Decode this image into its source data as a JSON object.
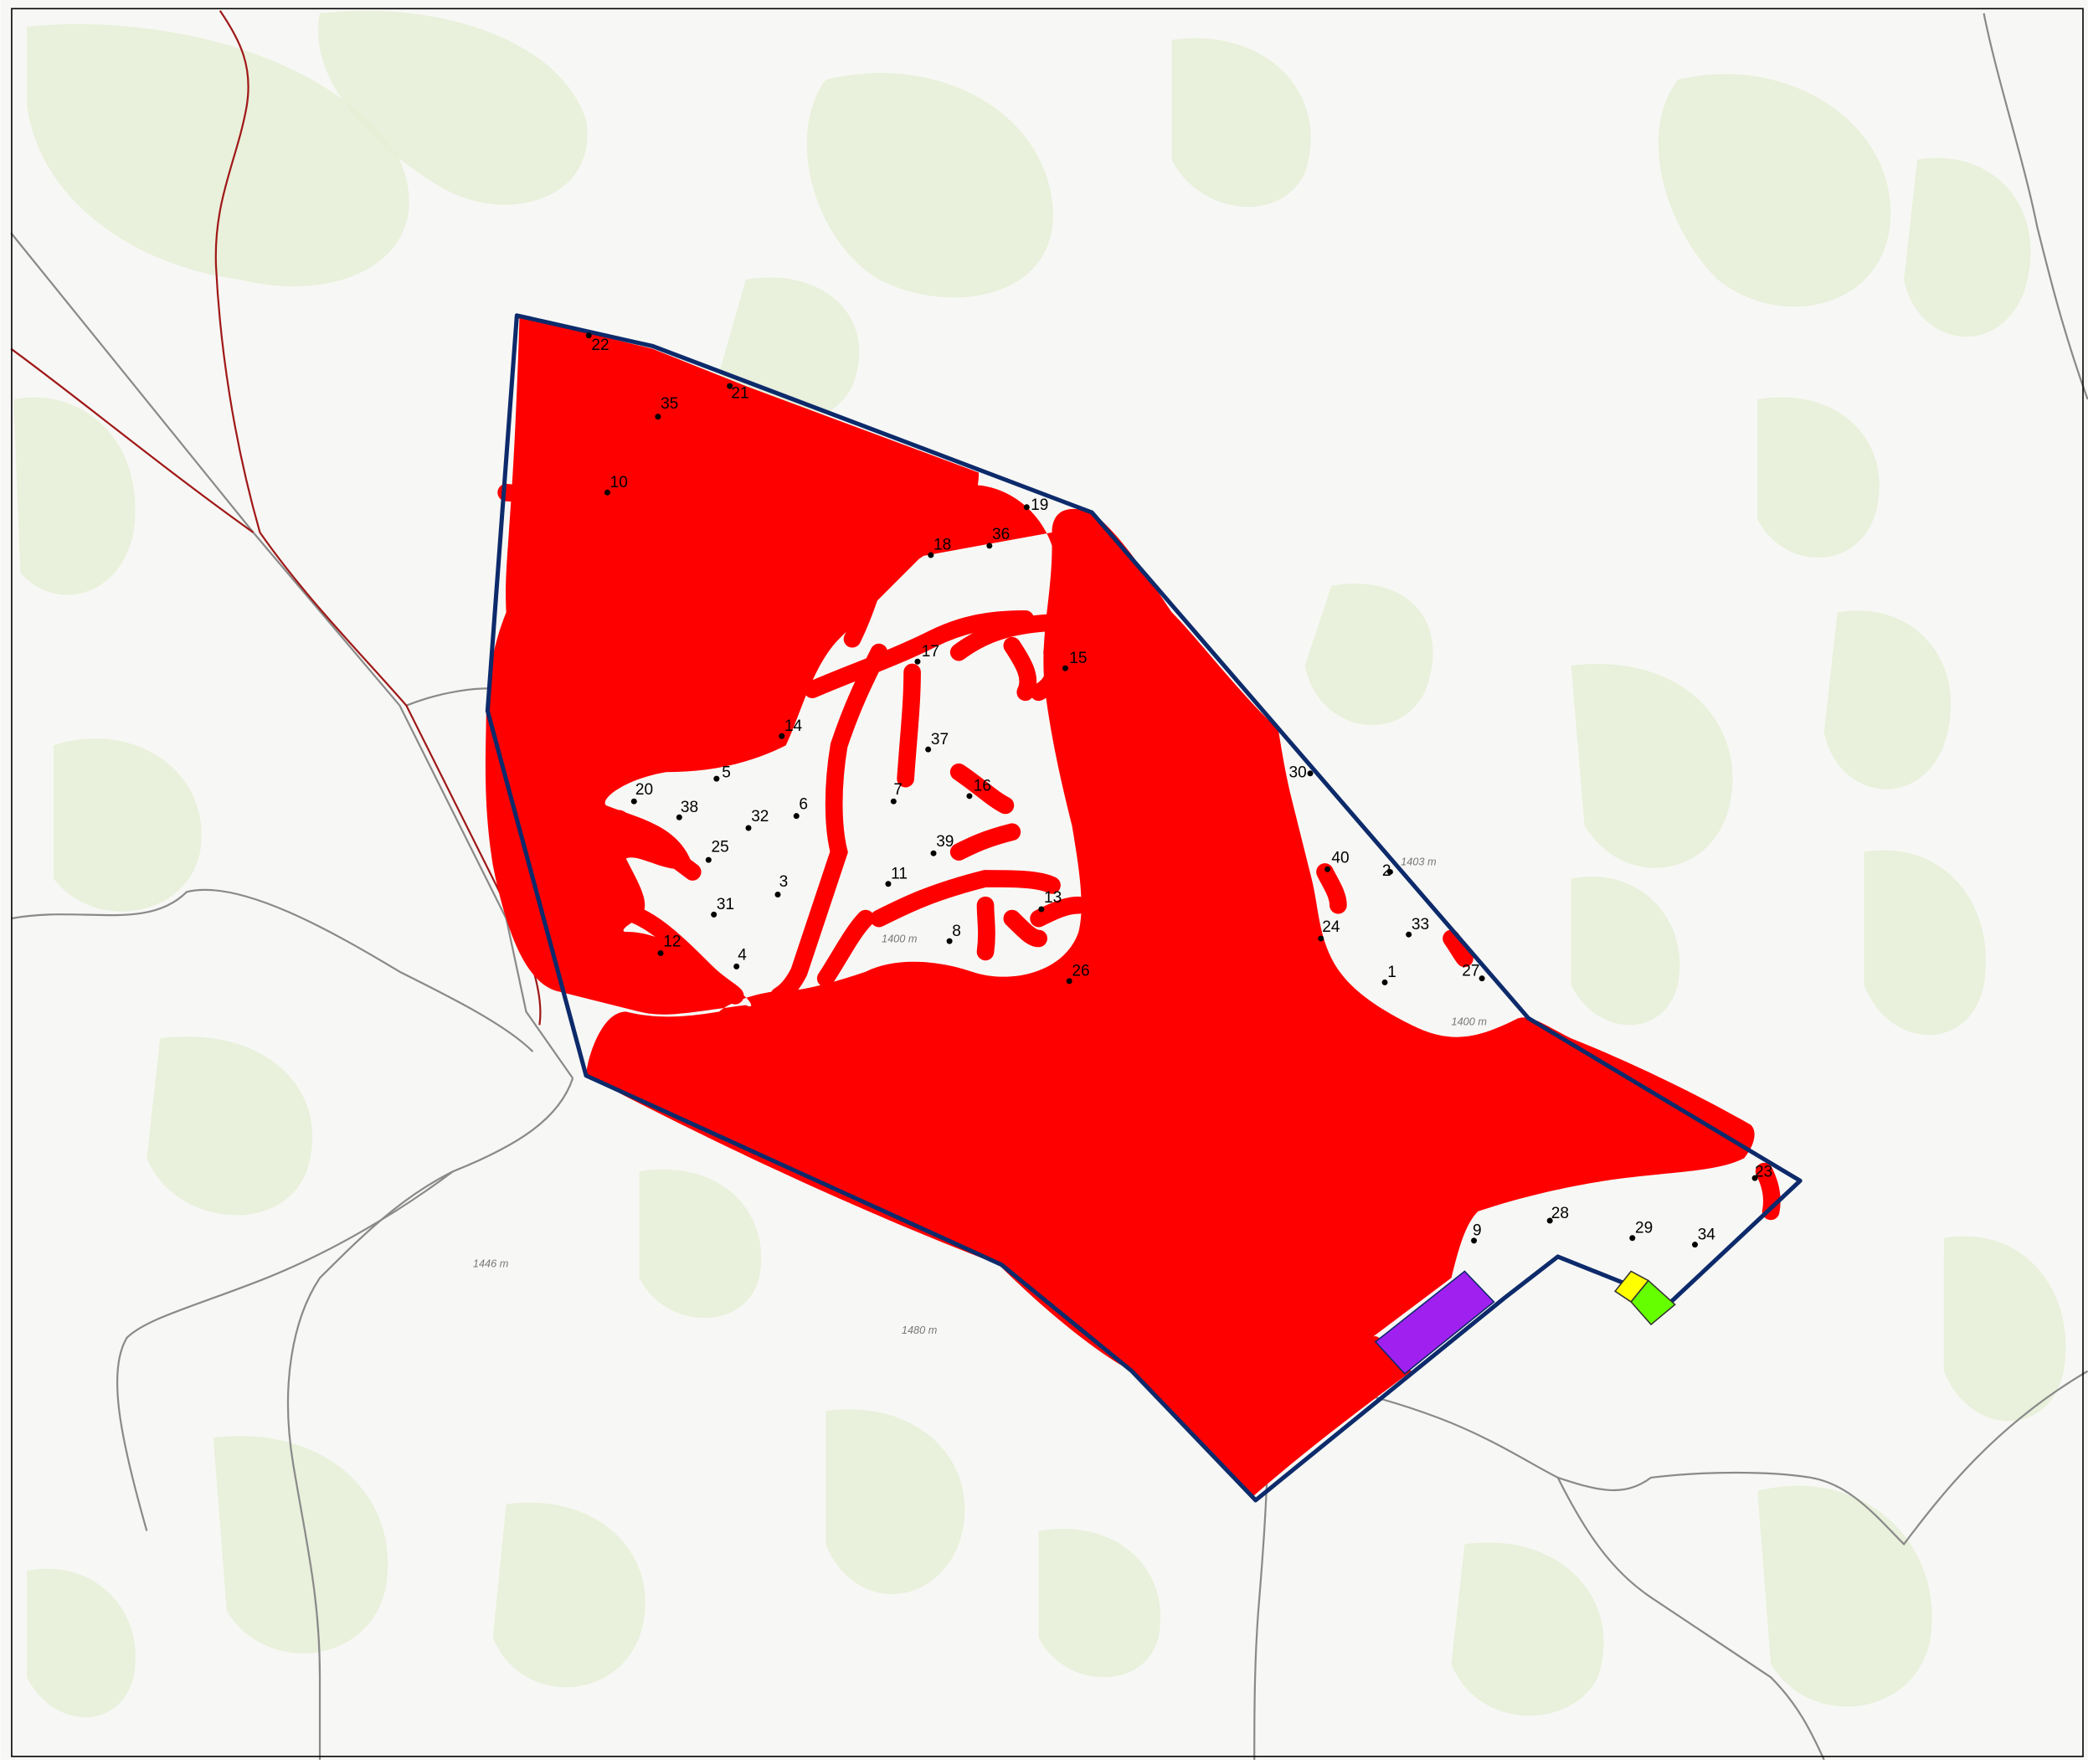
{
  "map": {
    "colors": {
      "background": "#f7f8f5",
      "vegetation": "#e6eed6",
      "red_zone": "#ff0000",
      "boundary": "#0d2a6b",
      "purple_zone": "#a020f0",
      "yellow_zone": "#ffff00",
      "green_zone": "#66ff00",
      "road": "#8a8a8a",
      "red_line": "#a01818",
      "frame": "#000000"
    },
    "points": [
      {
        "id": "1",
        "label": "1"
      },
      {
        "id": "2",
        "label": "2"
      },
      {
        "id": "3",
        "label": "3"
      },
      {
        "id": "4",
        "label": "4"
      },
      {
        "id": "5",
        "label": "5"
      },
      {
        "id": "6",
        "label": "6"
      },
      {
        "id": "7",
        "label": "7"
      },
      {
        "id": "8",
        "label": "8"
      },
      {
        "id": "9",
        "label": "9"
      },
      {
        "id": "10",
        "label": "10"
      },
      {
        "id": "11",
        "label": "11"
      },
      {
        "id": "12",
        "label": "12"
      },
      {
        "id": "13",
        "label": "13"
      },
      {
        "id": "14",
        "label": "14"
      },
      {
        "id": "15",
        "label": "15"
      },
      {
        "id": "16",
        "label": "16"
      },
      {
        "id": "17",
        "label": "17"
      },
      {
        "id": "18",
        "label": "18"
      },
      {
        "id": "19",
        "label": "19"
      },
      {
        "id": "20",
        "label": "20"
      },
      {
        "id": "21",
        "label": "21"
      },
      {
        "id": "22",
        "label": "22"
      },
      {
        "id": "23",
        "label": "23"
      },
      {
        "id": "24",
        "label": "24"
      },
      {
        "id": "25",
        "label": "25"
      },
      {
        "id": "26",
        "label": "26"
      },
      {
        "id": "27",
        "label": "27"
      },
      {
        "id": "28",
        "label": "28"
      },
      {
        "id": "29",
        "label": "29"
      },
      {
        "id": "30",
        "label": "30"
      },
      {
        "id": "31",
        "label": "31"
      },
      {
        "id": "32",
        "label": "32"
      },
      {
        "id": "33",
        "label": "33"
      },
      {
        "id": "34",
        "label": "34"
      },
      {
        "id": "35",
        "label": "35"
      },
      {
        "id": "36",
        "label": "36"
      },
      {
        "id": "37",
        "label": "37"
      },
      {
        "id": "38",
        "label": "38"
      },
      {
        "id": "39",
        "label": "39"
      },
      {
        "id": "40",
        "label": "40"
      }
    ],
    "elevations": [
      {
        "id": "e1403",
        "label": "1403 m"
      },
      {
        "id": "e1400a",
        "label": "1400 m"
      },
      {
        "id": "e1400b",
        "label": "1400 m"
      },
      {
        "id": "e1446",
        "label": "1446 m"
      },
      {
        "id": "e1480",
        "label": "1480 m"
      }
    ]
  }
}
